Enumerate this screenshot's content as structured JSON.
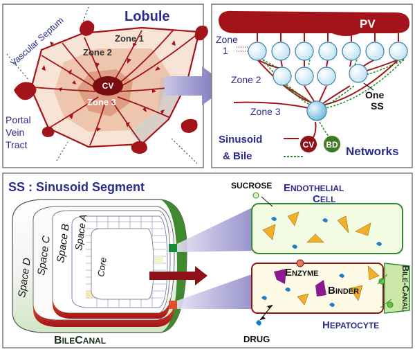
{
  "lobule": {
    "title": "Lobule",
    "zone1": "Zone 1",
    "zone2": "Zone 2",
    "zone3": "Zone 3",
    "cv": "CV",
    "vascular_septum": "Vascular Septum",
    "portal_vein_tract": [
      "Portal",
      "Vein",
      "Tract"
    ]
  },
  "network": {
    "pv": "PV",
    "zone1": [
      "Zone",
      "1"
    ],
    "zone2": "Zone 2",
    "zone3": "Zone 3",
    "one_ss": [
      "One",
      "SS"
    ],
    "legend_sinusoid": [
      "Sinusoid",
      "& Bile"
    ],
    "cv": "CV",
    "bd": "BD",
    "networks": "Networks"
  },
  "segment": {
    "title": "SS : Sinusoid Segment",
    "space_d": "Space D",
    "space_c": "Space C",
    "space_b": "Space B",
    "space_a": "Space A",
    "core": "Core",
    "bile_canal": [
      "B",
      "ILE",
      "C",
      "ANAL"
    ]
  },
  "cells": {
    "sucrose": "SUCROSE",
    "endothelial": [
      "E",
      "NDOTHELIAL",
      "C",
      "ELL"
    ],
    "enzyme": [
      "E",
      "NZYME"
    ],
    "binder": [
      "B",
      "INDER"
    ],
    "bile_canal": [
      "B",
      "ILE",
      "-",
      "C",
      "ANAL"
    ],
    "hepatocyte": [
      "H",
      "EPATOCYTE"
    ],
    "drug": "DRUG"
  },
  "colors": {
    "panel_border": "#7a7a7a",
    "navy": "#2b2b8c",
    "dark_red": "#a3141a",
    "light_blue": "#e3f3fb",
    "green": "#2e8b2e",
    "purple": "#8c86c4"
  }
}
